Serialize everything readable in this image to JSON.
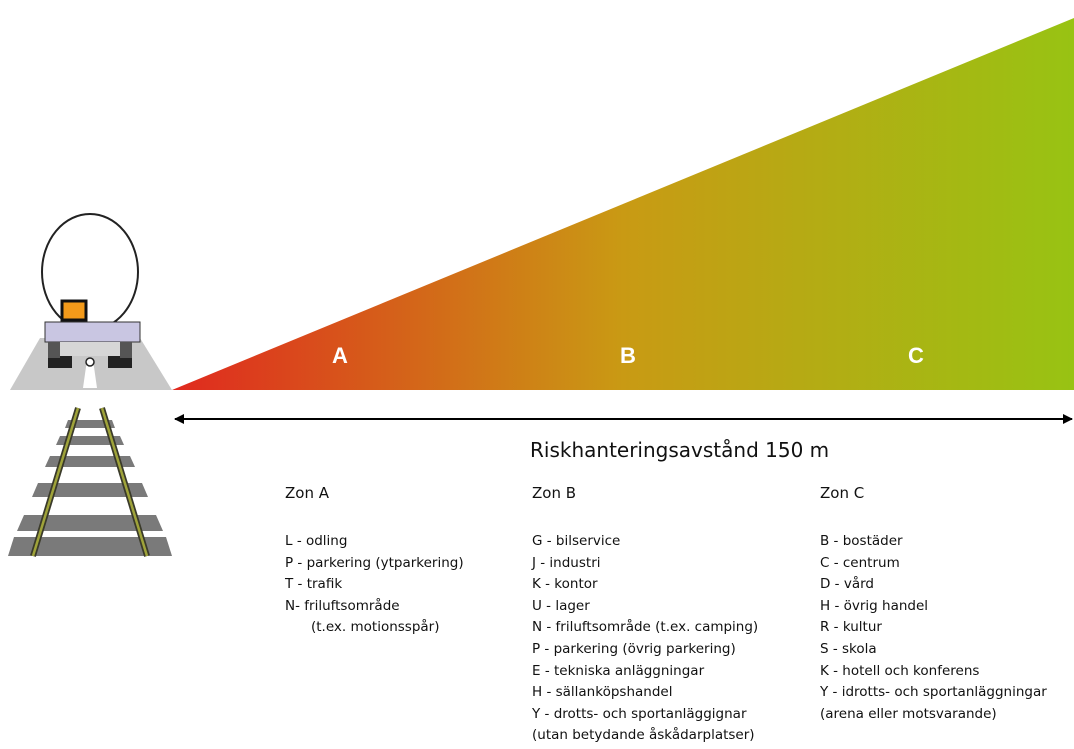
{
  "wedge": {
    "colors": {
      "start": "#e0291f",
      "mid": "#c99a14",
      "end": "#98c313"
    },
    "zone_labels": [
      "A",
      "B",
      "C"
    ]
  },
  "distance": {
    "label": "Riskhanteringsavstånd 150 m"
  },
  "zones": [
    {
      "title": "Zon A",
      "items": [
        "L - odling",
        "P - parkering (ytparkering)",
        "T - trafik",
        "N- friluftsområde",
        "(t.ex. motionsspår)"
      ]
    },
    {
      "title": "Zon B",
      "items": [
        "G - bilservice",
        "J - industri",
        "K - kontor",
        "U - lager",
        "N - friluftsområde (t.ex. camping)",
        "P - parkering (övrig parkering)",
        "E - tekniska anläggningar",
        "H - sällanköpshandel",
        "Y - drotts- och sportanläggignar",
        "(utan betydande åskådarplatser)"
      ]
    },
    {
      "title": "Zon C",
      "items": [
        "B - bostäder",
        "C - centrum",
        "D - vård",
        "H - övrig handel",
        "R - kultur",
        "S - skola",
        "K - hotell och konferens",
        "Y - idrotts- och sportanläggningar",
        "(arena eller motsvarande)"
      ]
    }
  ]
}
